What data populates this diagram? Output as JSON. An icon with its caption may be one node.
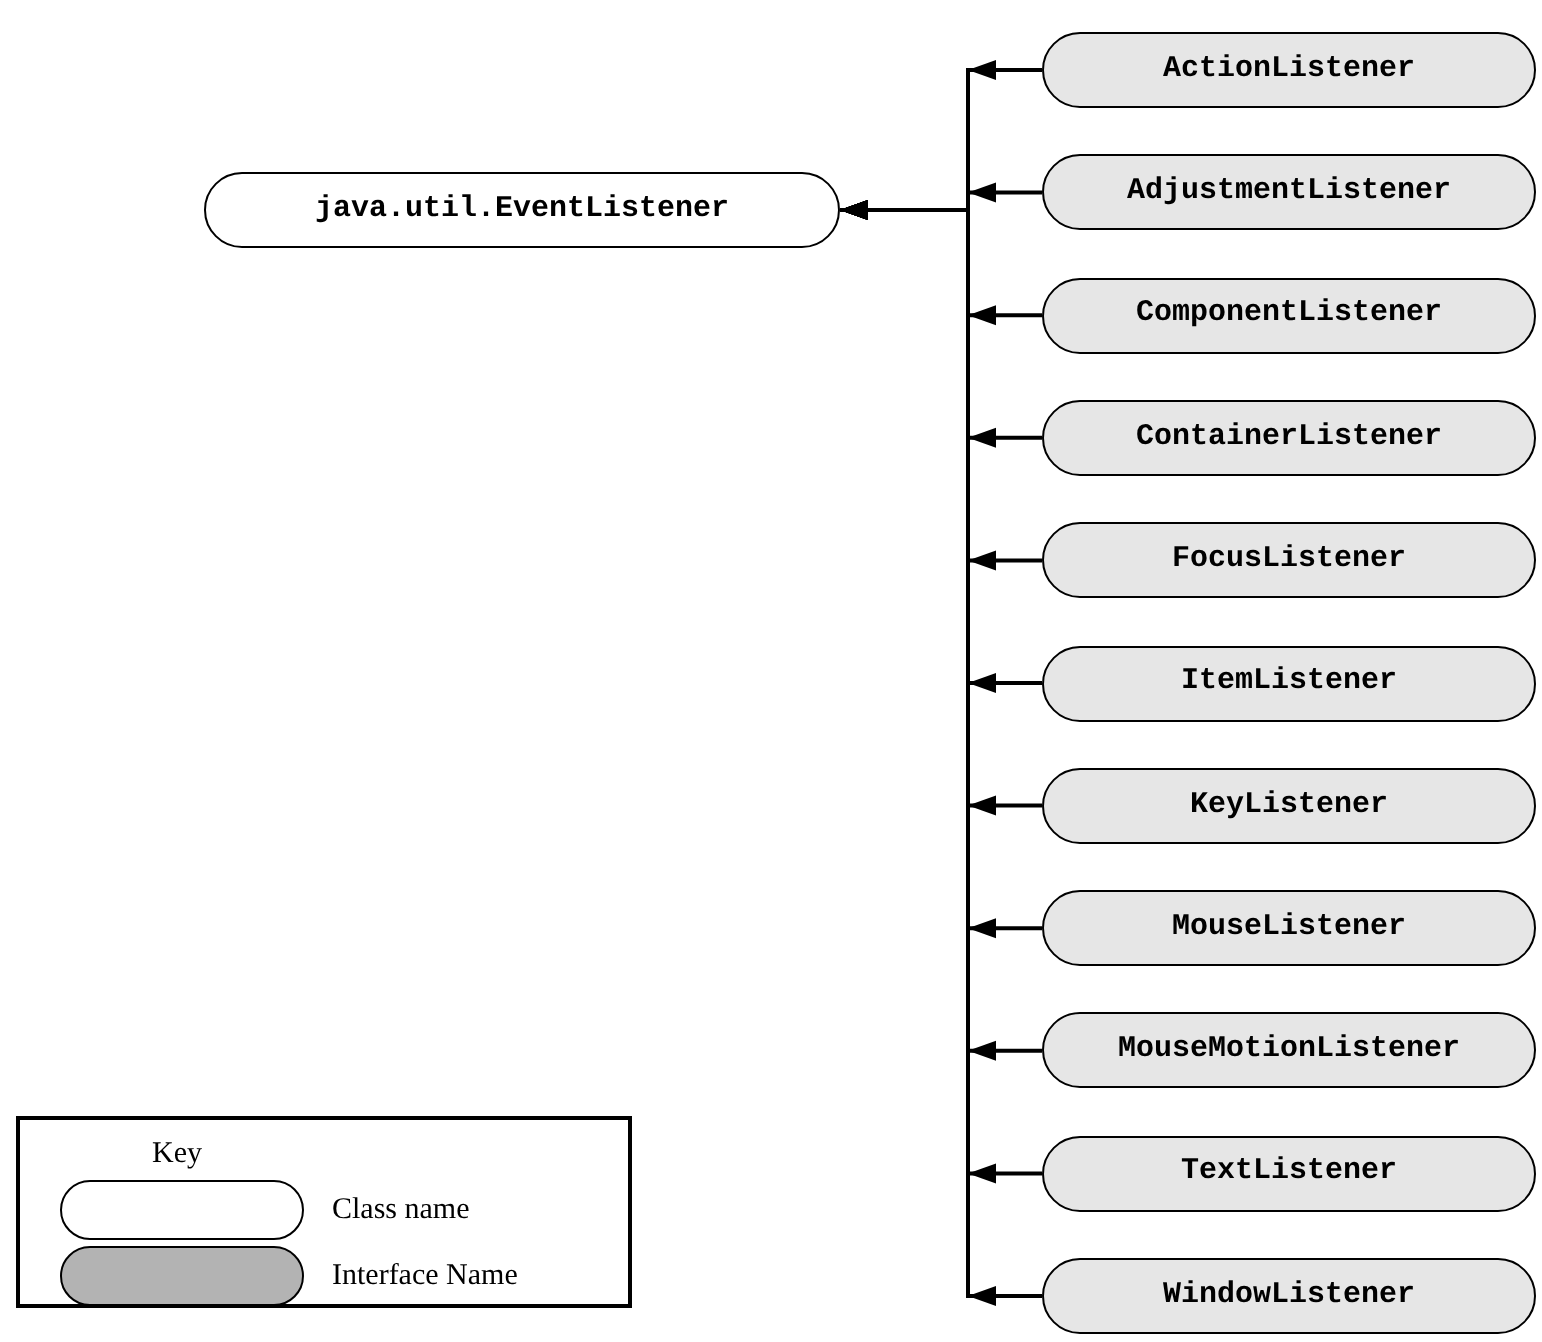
{
  "diagram": {
    "nodes": [
      {
        "text": [
          "java.util.EventListener"
        ]
      },
      {
        "text": [
          "ActionListener"
        ]
      },
      {
        "text": [
          "AdjustmentListener"
        ]
      },
      {
        "text": [
          "ComponentListener"
        ]
      },
      {
        "text": [
          "ContainerListener"
        ]
      },
      {
        "text": [
          "FocusListener"
        ]
      },
      {
        "text": [
          "ItemListener"
        ]
      },
      {
        "text": [
          "KeyListener"
        ]
      },
      {
        "text": [
          "MouseListener"
        ]
      },
      {
        "text": [
          "MouseMotionListener"
        ]
      },
      {
        "text": [
          "TextListener"
        ]
      },
      {
        "text": [
          "WindowListener"
        ]
      }
    ],
    "edges": [
      {
        "from": 1,
        "to": 0,
        "arrow": "to"
      },
      {
        "from": 2,
        "to": 0,
        "arrow": "to"
      },
      {
        "from": 3,
        "to": 0,
        "arrow": "to"
      },
      {
        "from": 4,
        "to": 0,
        "arrow": "to"
      },
      {
        "from": 5,
        "to": 0,
        "arrow": "to"
      },
      {
        "from": 6,
        "to": 0,
        "arrow": "to"
      },
      {
        "from": 7,
        "to": 0,
        "arrow": "to"
      },
      {
        "from": 8,
        "to": 0,
        "arrow": "to"
      },
      {
        "from": 9,
        "to": 0,
        "arrow": "to"
      },
      {
        "from": 10,
        "to": 0,
        "arrow": "to"
      },
      {
        "from": 11,
        "to": 0,
        "arrow": "to"
      }
    ],
    "labels": [
      "Key"
    ],
    "legend": [
      {
        "text": "Class name",
        "color": "#ffffff"
      },
      {
        "text": "Interface Name",
        "color": "#b3b3b3"
      }
    ]
  }
}
